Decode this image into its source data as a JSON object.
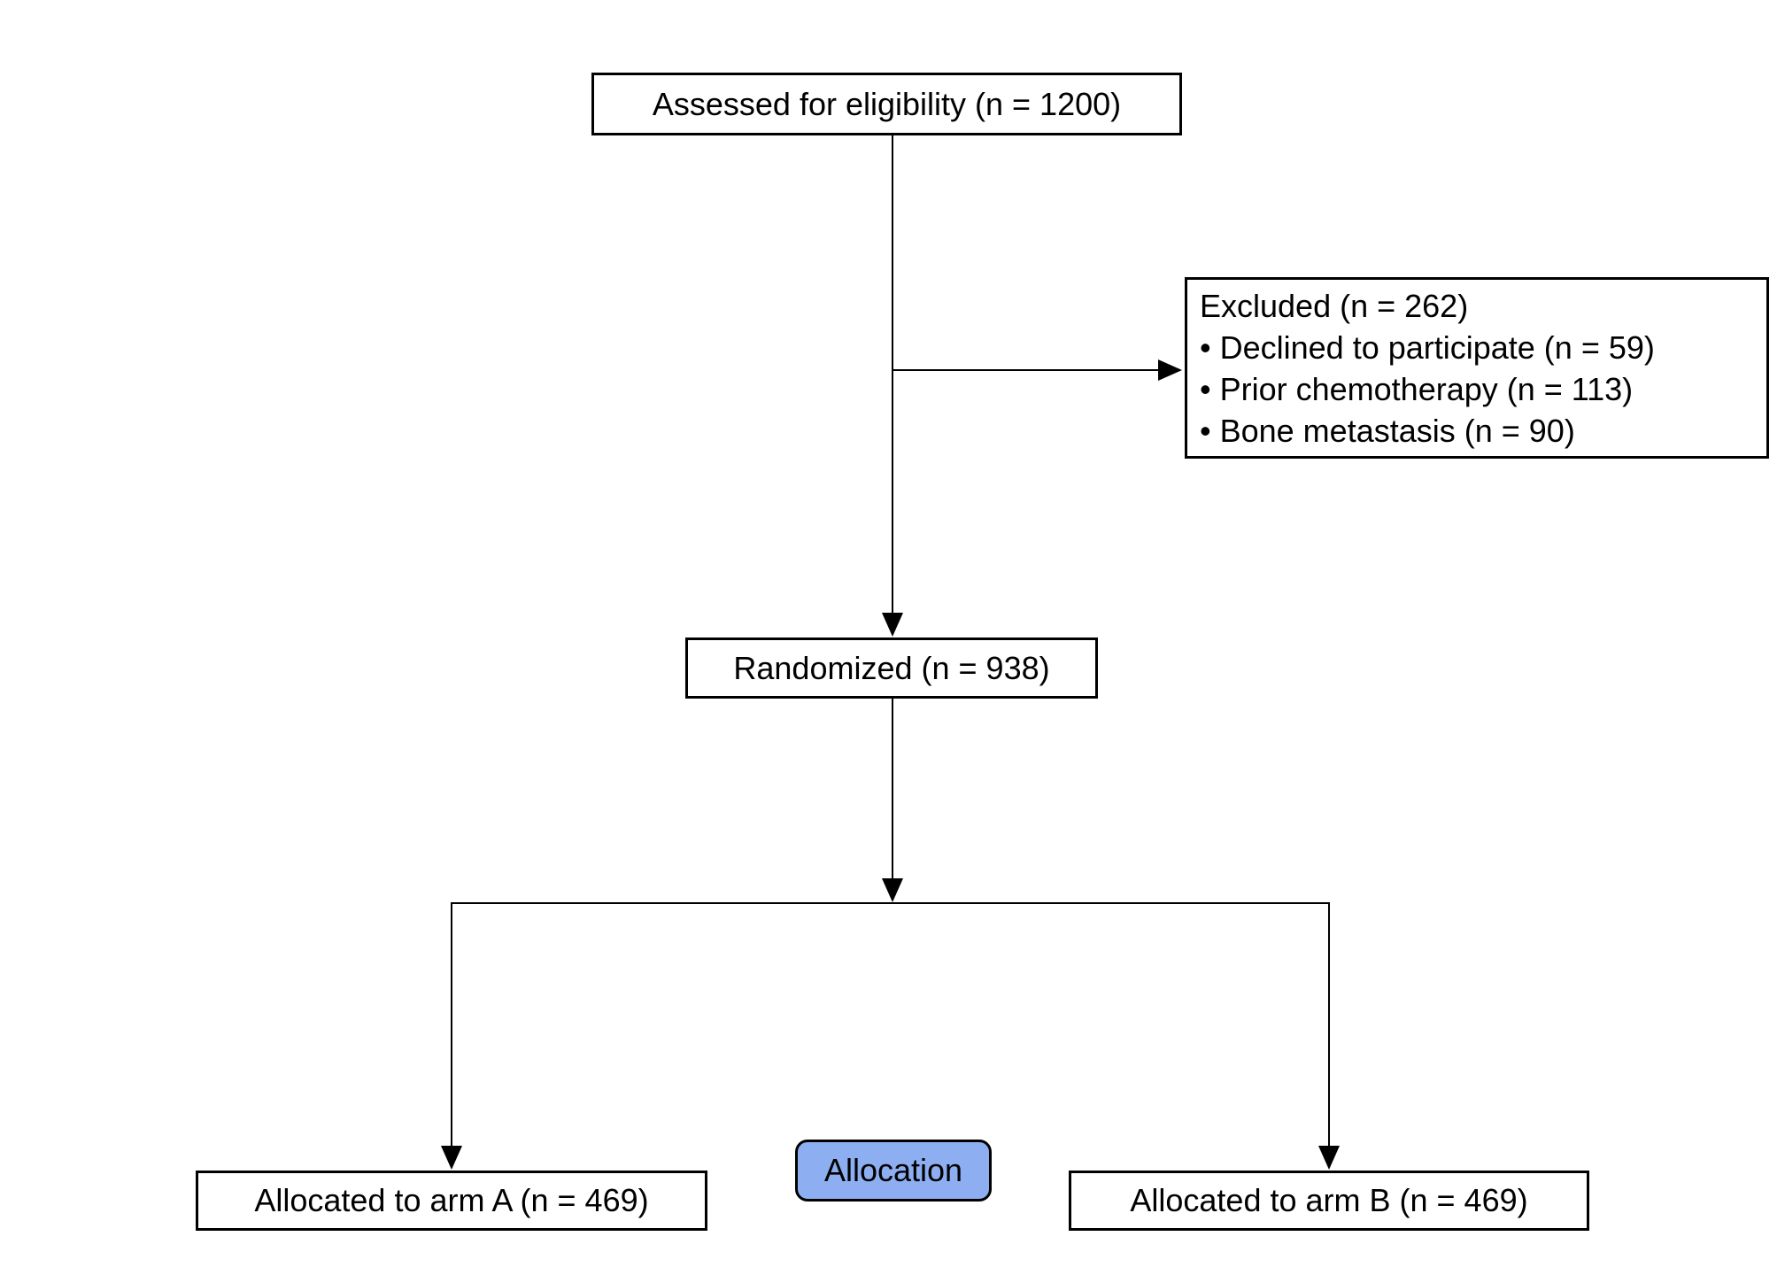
{
  "diagram": {
    "nodes": {
      "assessed": {
        "label": "Assessed for eligibility (n = 1200)"
      },
      "excluded": {
        "title": "Excluded (n = 262)",
        "items": [
          "• Declined to participate (n = 59)",
          "• Prior chemotherapy (n = 113)",
          "• Bone metastasis (n = 90)"
        ]
      },
      "randomized": {
        "label": "Randomized (n = 938)"
      },
      "arm_a": {
        "label": "Allocated to arm A (n = 469)"
      },
      "arm_b": {
        "label": "Allocated to arm B (n = 469)"
      },
      "allocation": {
        "label": "Allocation",
        "fill": "#8DAFF2"
      }
    },
    "colors": {
      "background": "#FFFFFF",
      "line": "#000000",
      "box_border": "#000000",
      "text": "#000000",
      "allocation_fill": "#8DAFF2"
    }
  }
}
